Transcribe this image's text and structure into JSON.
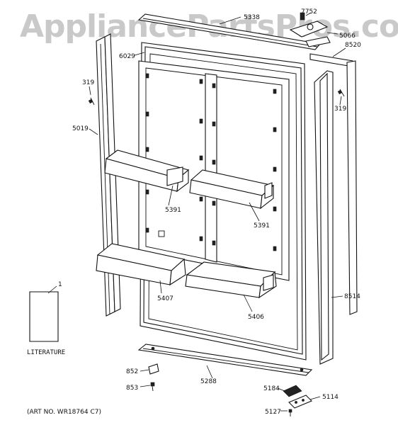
{
  "watermark": "AppliancePartsPros.com",
  "art_number": "(ART NO. WR18764 C7)",
  "literature_label": "LITERATURE",
  "callouts": {
    "c7752": "7752",
    "c5338": "5338",
    "c5066": "5066",
    "c8520": "8520",
    "c6029": "6029",
    "c319a": "319",
    "c319b": "319",
    "c5019": "5019",
    "c5391a": "5391",
    "c5391b": "5391",
    "c5407": "5407",
    "c5406": "5406",
    "c1": "1",
    "c8514": "8514",
    "c852": "852",
    "c853": "853",
    "c5288": "5288",
    "c5184": "5184",
    "c5114": "5114",
    "c5127": "5127"
  }
}
